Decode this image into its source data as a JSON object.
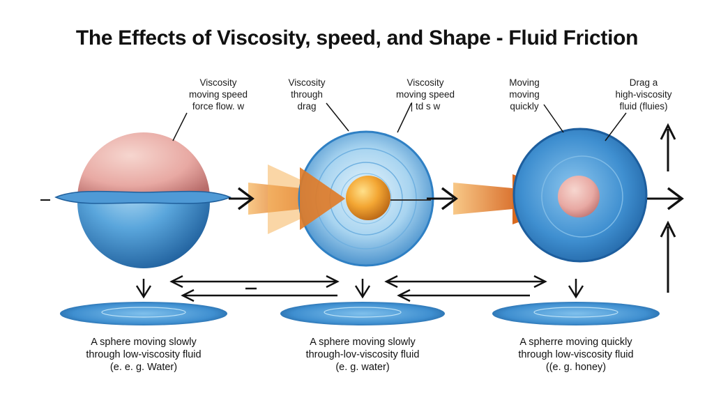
{
  "title": "The Effects of Viscosity, speed, and Shape - Fluid Friction",
  "top_labels": [
    [
      "Viscosity",
      "moving speed",
      "force flow. w"
    ],
    [
      "Viscosity",
      "through",
      "drag"
    ],
    [
      "Viscosity",
      "moving speed",
      "| td s w"
    ],
    [
      "Moving",
      "moving",
      "quickly"
    ],
    [
      "Drag a",
      "high-viscosity",
      "fluid (fluies)"
    ]
  ],
  "captions": [
    [
      "A sphere moving slowly",
      "through low-viscosity fluid",
      "(e. e. g. Water)"
    ],
    [
      "A sphere moving slowly",
      "through-lov-viscosity fluid",
      "(e. g. water)"
    ],
    [
      "A spherre moving quickly",
      "through low-viscosity fluid",
      "((e. g. honey)"
    ]
  ],
  "colors": {
    "blue": "#2f80c4",
    "blue_light": "#9fd0f0",
    "pink": "#e8a9a3",
    "orange": "#f0a030",
    "arrow": "#111111"
  }
}
